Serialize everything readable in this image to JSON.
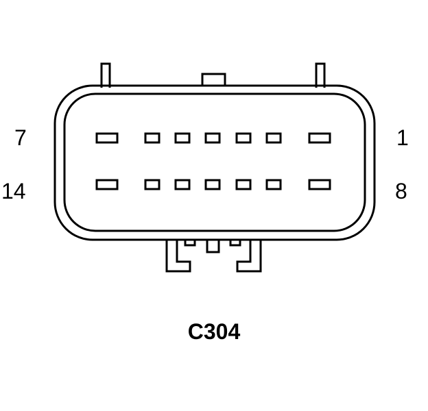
{
  "connector": {
    "name": "C304",
    "pin_labels": {
      "top_left": "7",
      "top_right": "1",
      "bottom_left": "14",
      "bottom_right": "8"
    },
    "rows": 2,
    "cavities_per_row": 7
  },
  "colors": {
    "stroke": "#000000",
    "background": "#ffffff"
  }
}
